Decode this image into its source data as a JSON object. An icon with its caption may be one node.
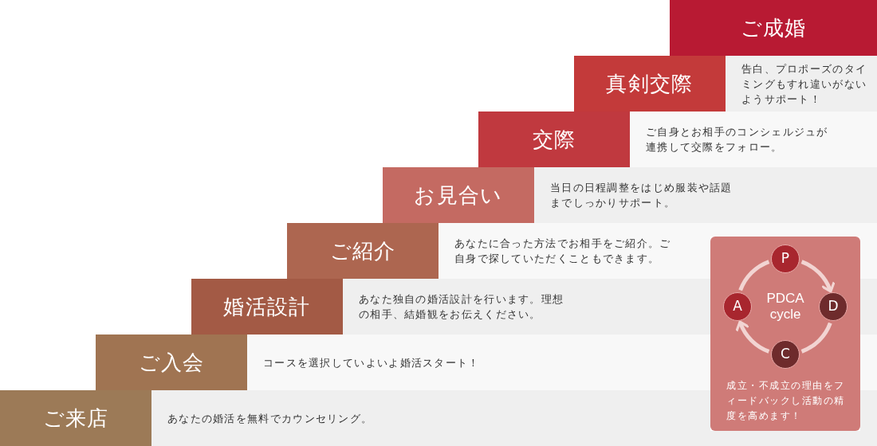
{
  "diagram": {
    "nodes": [
      {
        "text": [
          "ご成婚"
        ]
      },
      {
        "text": [
          "真剣交際",
          "告白、プロポーズのタイミングもすれ違いがないようサポート！"
        ]
      },
      {
        "text": [
          "交際",
          "ご自身とお相手のコンシェルジュが連携して交際をフォロー。"
        ]
      },
      {
        "text": [
          "お見合い",
          "当日の日程調整をはじめ服装や話題までしっかりサポート。"
        ]
      },
      {
        "text": [
          "ご紹介",
          "あなたに合った方法でお相手をご紹介。ご自身で探していただくこともできます。"
        ]
      },
      {
        "text": [
          "婚活設計",
          "あなた独自の婚活設計を行います。理想の相手、結婚観をお伝えください。"
        ]
      },
      {
        "text": [
          "ご入会",
          "コースを選択していよいよ婚活スタート！"
        ]
      },
      {
        "text": [
          "ご来店",
          "あなたの婚活を無料でカウンセリング。"
        ]
      },
      {
        "text": [
          "PDCA cycle",
          "成立・不成立の理由をフィードバックし活動の精度を高めます！"
        ]
      },
      {
        "text": [
          "P"
        ],
        "in": 8
      },
      {
        "text": [
          "A"
        ],
        "in": 8
      },
      {
        "text": [
          "D"
        ],
        "in": 8
      },
      {
        "text": [
          "C"
        ],
        "in": 8
      }
    ],
    "edges": [
      {
        "from": 9,
        "to": 11,
        "arrow": "to"
      },
      {
        "from": 11,
        "to": 12,
        "arrow": "none"
      },
      {
        "from": 12,
        "to": 10,
        "arrow": "to"
      },
      {
        "from": 10,
        "to": 9,
        "arrow": "none"
      }
    ]
  }
}
